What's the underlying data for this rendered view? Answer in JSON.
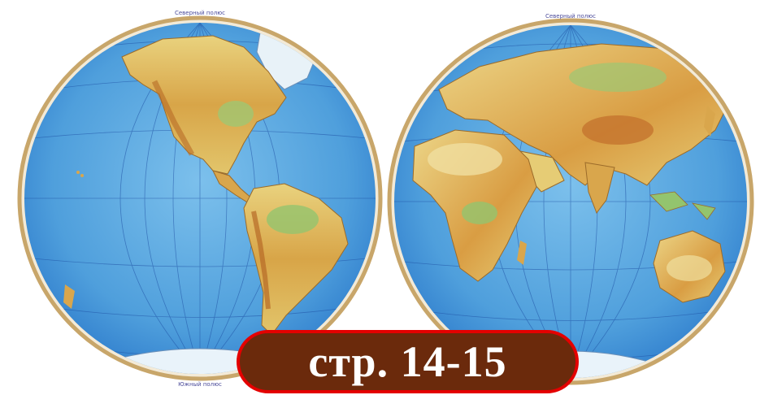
{
  "western_hemisphere": {
    "top_label": "Северный полюс",
    "bottom_label": "Южный полюс"
  },
  "eastern_hemisphere": {
    "top_label": "Северный полюс"
  },
  "page_badge": {
    "text": "стр. 14-15"
  },
  "colors": {
    "ocean": "#4f9fdc",
    "ocean_deep": "#2e7ccc",
    "land_low": "#e6cf7a",
    "land_high": "#d49a3c",
    "land_green": "#8fc36a",
    "frame": "#c8a66a",
    "badge_fill": "#6b2a0c",
    "badge_border": "#e40000"
  }
}
